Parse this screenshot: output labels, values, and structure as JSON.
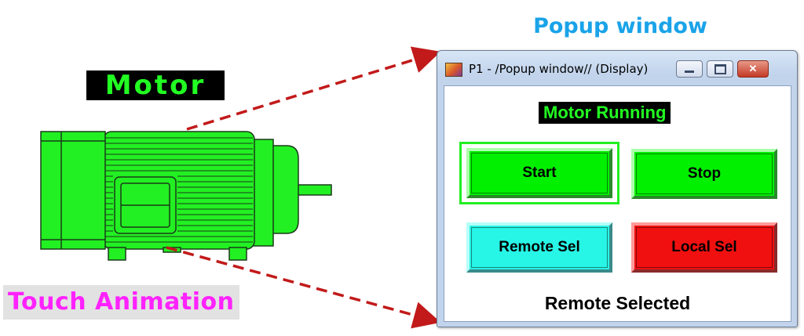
{
  "labels": {
    "motor": "Motor",
    "touch_animation": "Touch Animation",
    "popup_heading": "Popup window"
  },
  "window": {
    "title": "P1 - /Popup window// (Display)",
    "status_running": "Motor Running",
    "status_selected": "Remote Selected",
    "buttons": {
      "start": "Start",
      "stop": "Stop",
      "remote": "Remote Sel",
      "local": "Local Sel"
    }
  },
  "colors": {
    "motor_body": "#22f022",
    "motor_outline": "#1a3a1a",
    "arrow": "#c21a1a",
    "heading": "#1aa3e8",
    "touch_text": "#ff22ff",
    "button_green": "#00f000",
    "button_cyan": "#27f5e6",
    "button_red": "#f01010"
  },
  "icons": {
    "app": "app-icon",
    "minimize": "minimize-icon",
    "maximize": "maximize-icon",
    "close": "close-icon"
  }
}
